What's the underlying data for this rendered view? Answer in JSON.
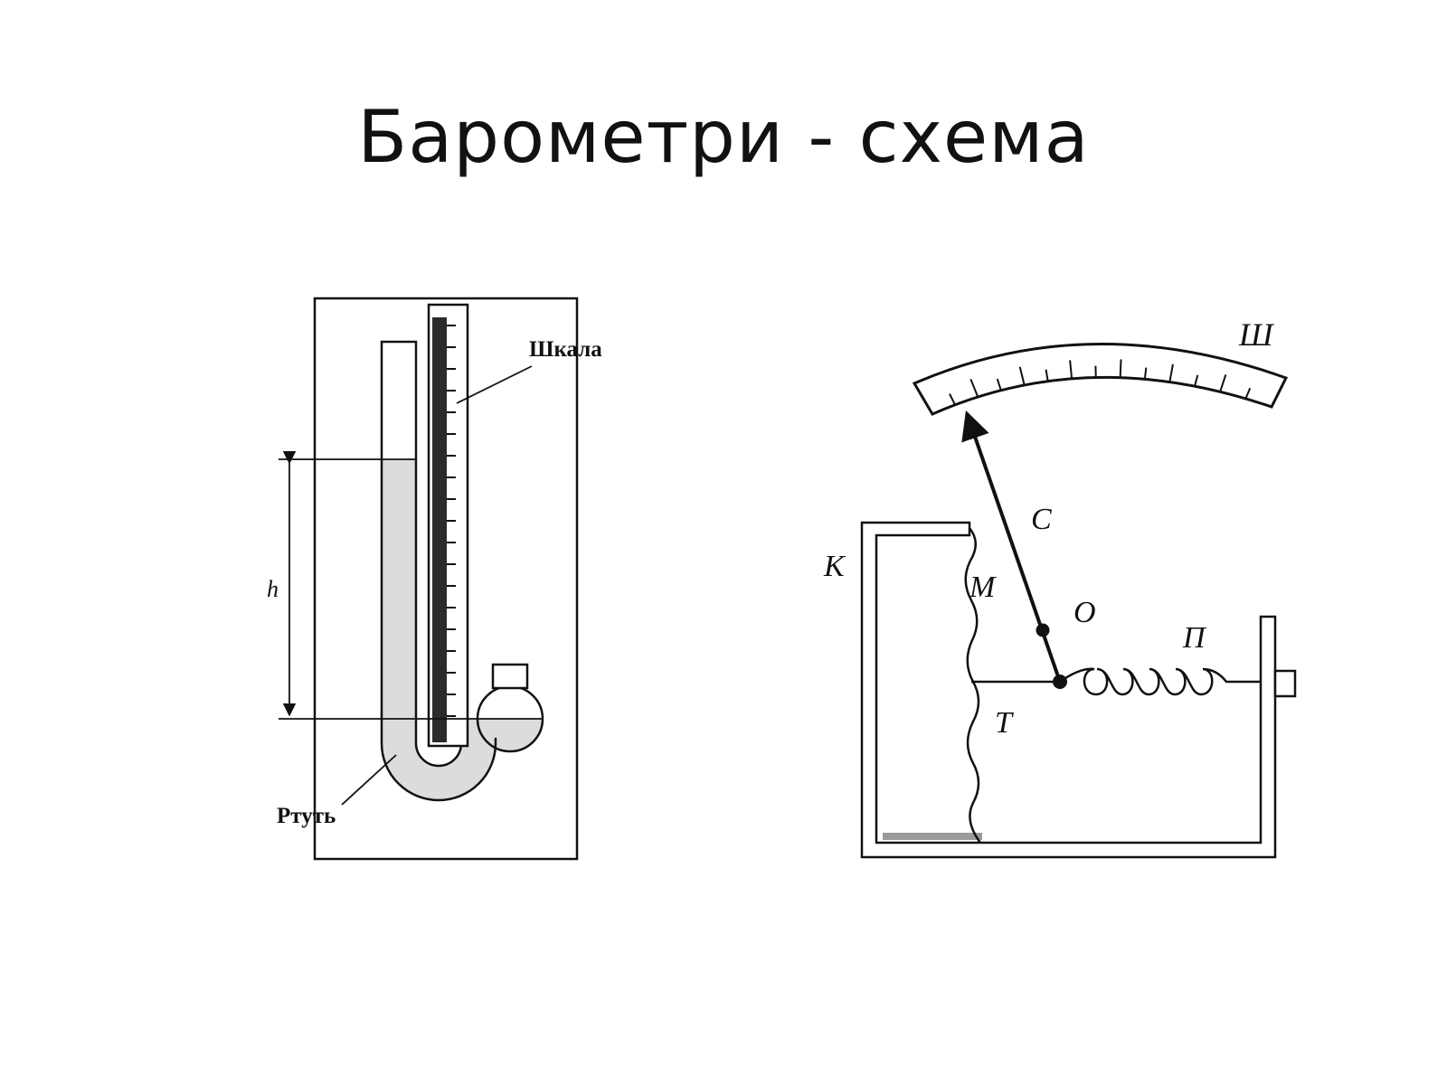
{
  "slide": {
    "title": "Барометри - схема"
  },
  "mercury_barometer": {
    "scale_label": "Шкала",
    "mercury_label": "Ртуть",
    "height_label": "h",
    "colors": {
      "mercury": "#dcdcdc",
      "scale_bar": "#2b2b2b",
      "line": "#111111"
    }
  },
  "aneroid_barometer": {
    "dial_label": "Ш",
    "needle_label": "С",
    "box_label": "К",
    "membrane_label": "М",
    "pivot_label": "О",
    "spring_label": "П",
    "rod_label": "Т"
  }
}
